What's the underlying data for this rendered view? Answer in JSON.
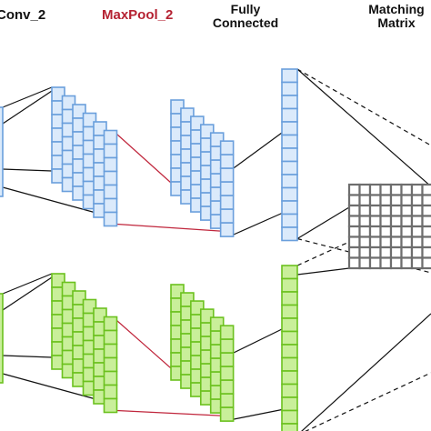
{
  "labels": {
    "conv2": "Conv_2",
    "maxpool2": "MaxPool_2",
    "fully_connected_line1": "Fully",
    "fully_connected_line2": "Connected",
    "matching_matrix_line1": "Matching",
    "matching_matrix_line2": "Matrix"
  },
  "colors": {
    "blue_fill": "#dbeafb",
    "blue_stroke": "#6a9fdc",
    "green_fill": "#c9ef9a",
    "green_stroke": "#6cc11f",
    "matrix_stroke": "#6e6e6e",
    "matrix_fill": "#ffffff",
    "line": "#111111",
    "highlight_line": "#c0263c",
    "maxpool_label": "#b52232"
  },
  "branches": [
    {
      "name": "top",
      "color": "blue"
    },
    {
      "name": "bottom",
      "color": "green"
    }
  ],
  "stack": {
    "maps": 6,
    "cells": 7
  },
  "matrix": {
    "rows": 8,
    "cols": 8
  }
}
